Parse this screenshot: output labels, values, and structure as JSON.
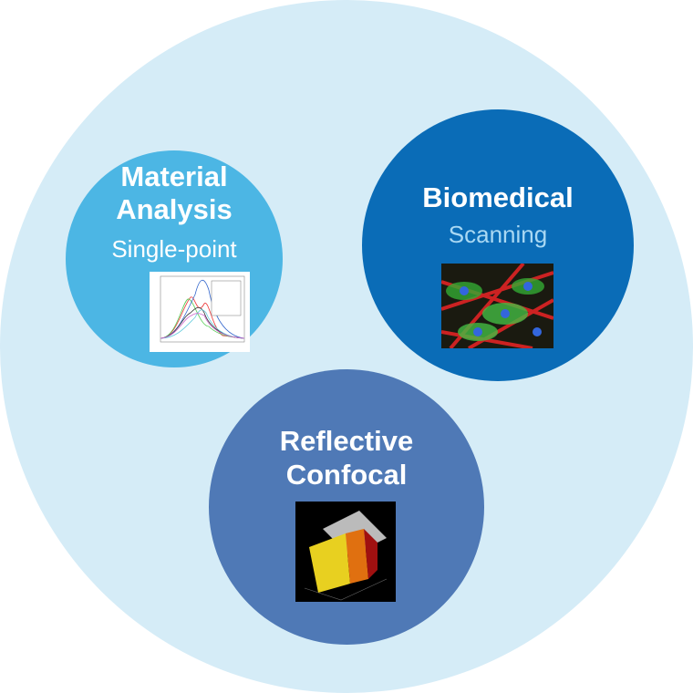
{
  "material": {
    "title_line1": "Material",
    "title_line2": "Analysis",
    "subtitle": "Single-point",
    "image": "spectrum-chart-thumbnail"
  },
  "biomedical": {
    "title": "Biomedical",
    "subtitle": "Scanning",
    "image": "fluorescent-cell-image"
  },
  "reflective": {
    "title_line1": "Reflective",
    "title_line2": "Confocal",
    "image": "3d-surface-profile-image"
  },
  "colors": {
    "outer": "#d5ecf7",
    "material": "#4cb6e4",
    "biomedical": "#0a6cb7",
    "reflective": "#4f79b6",
    "subtitle_bio": "#a9d8f3"
  }
}
